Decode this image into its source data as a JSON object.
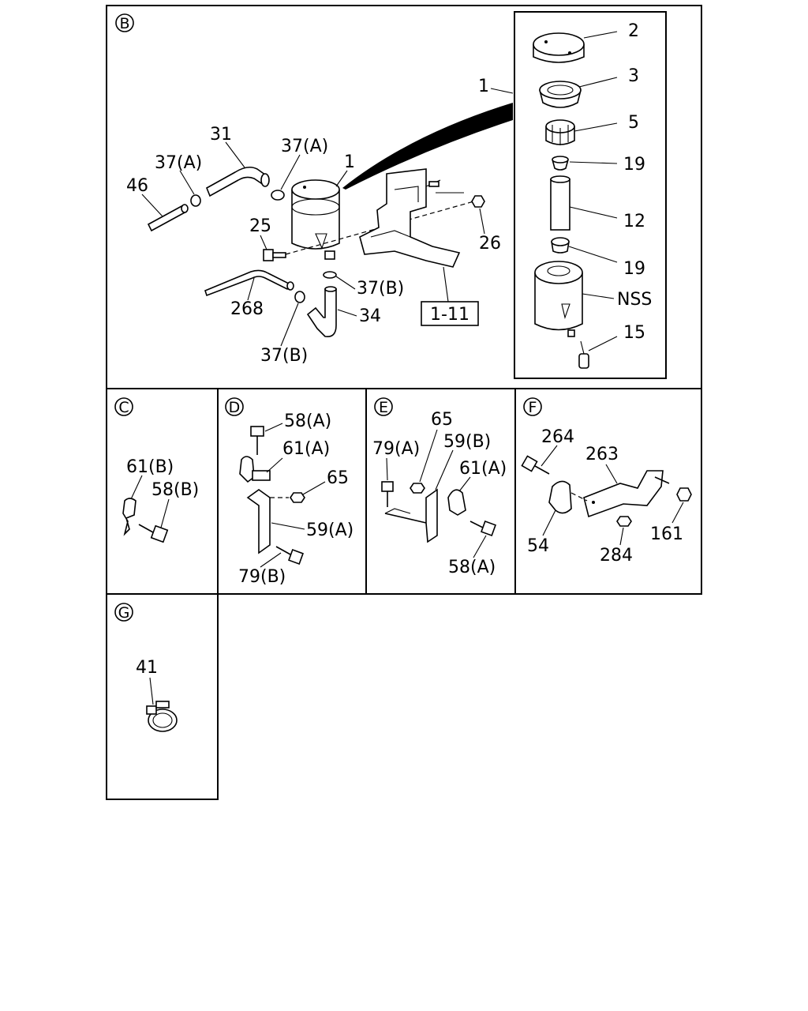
{
  "sections": {
    "b": "B",
    "c": "C",
    "d": "D",
    "e": "E",
    "f": "F",
    "g": "G"
  },
  "callouts": {
    "b": {
      "p2": "2",
      "p3": "3",
      "p5": "5",
      "p19a": "19",
      "p12": "12",
      "p19b": "19",
      "nss": "NSS",
      "p15": "15",
      "p1_exploded": "1",
      "p1_tank": "1",
      "p31": "31",
      "p37a_top": "37(A)",
      "p37a_left": "37(A)",
      "p46": "46",
      "p25": "25",
      "p26": "26",
      "p37b_right": "37(B)",
      "p268": "268",
      "p34": "34",
      "p37b_bottom": "37(B)",
      "ref_1_11": "1-11"
    },
    "c": {
      "p61b": "61(B)",
      "p58b": "58(B)"
    },
    "d": {
      "p58a": "58(A)",
      "p61a": "61(A)",
      "p65": "65",
      "p59a": "59(A)",
      "p79b": "79(B)"
    },
    "e": {
      "p65": "65",
      "p79a": "79(A)",
      "p59b": "59(B)",
      "p61a": "61(A)",
      "p58a": "58(A)"
    },
    "f": {
      "p264": "264",
      "p263": "263",
      "p54": "54",
      "p284": "284",
      "p161": "161"
    },
    "g": {
      "p41": "41"
    }
  }
}
